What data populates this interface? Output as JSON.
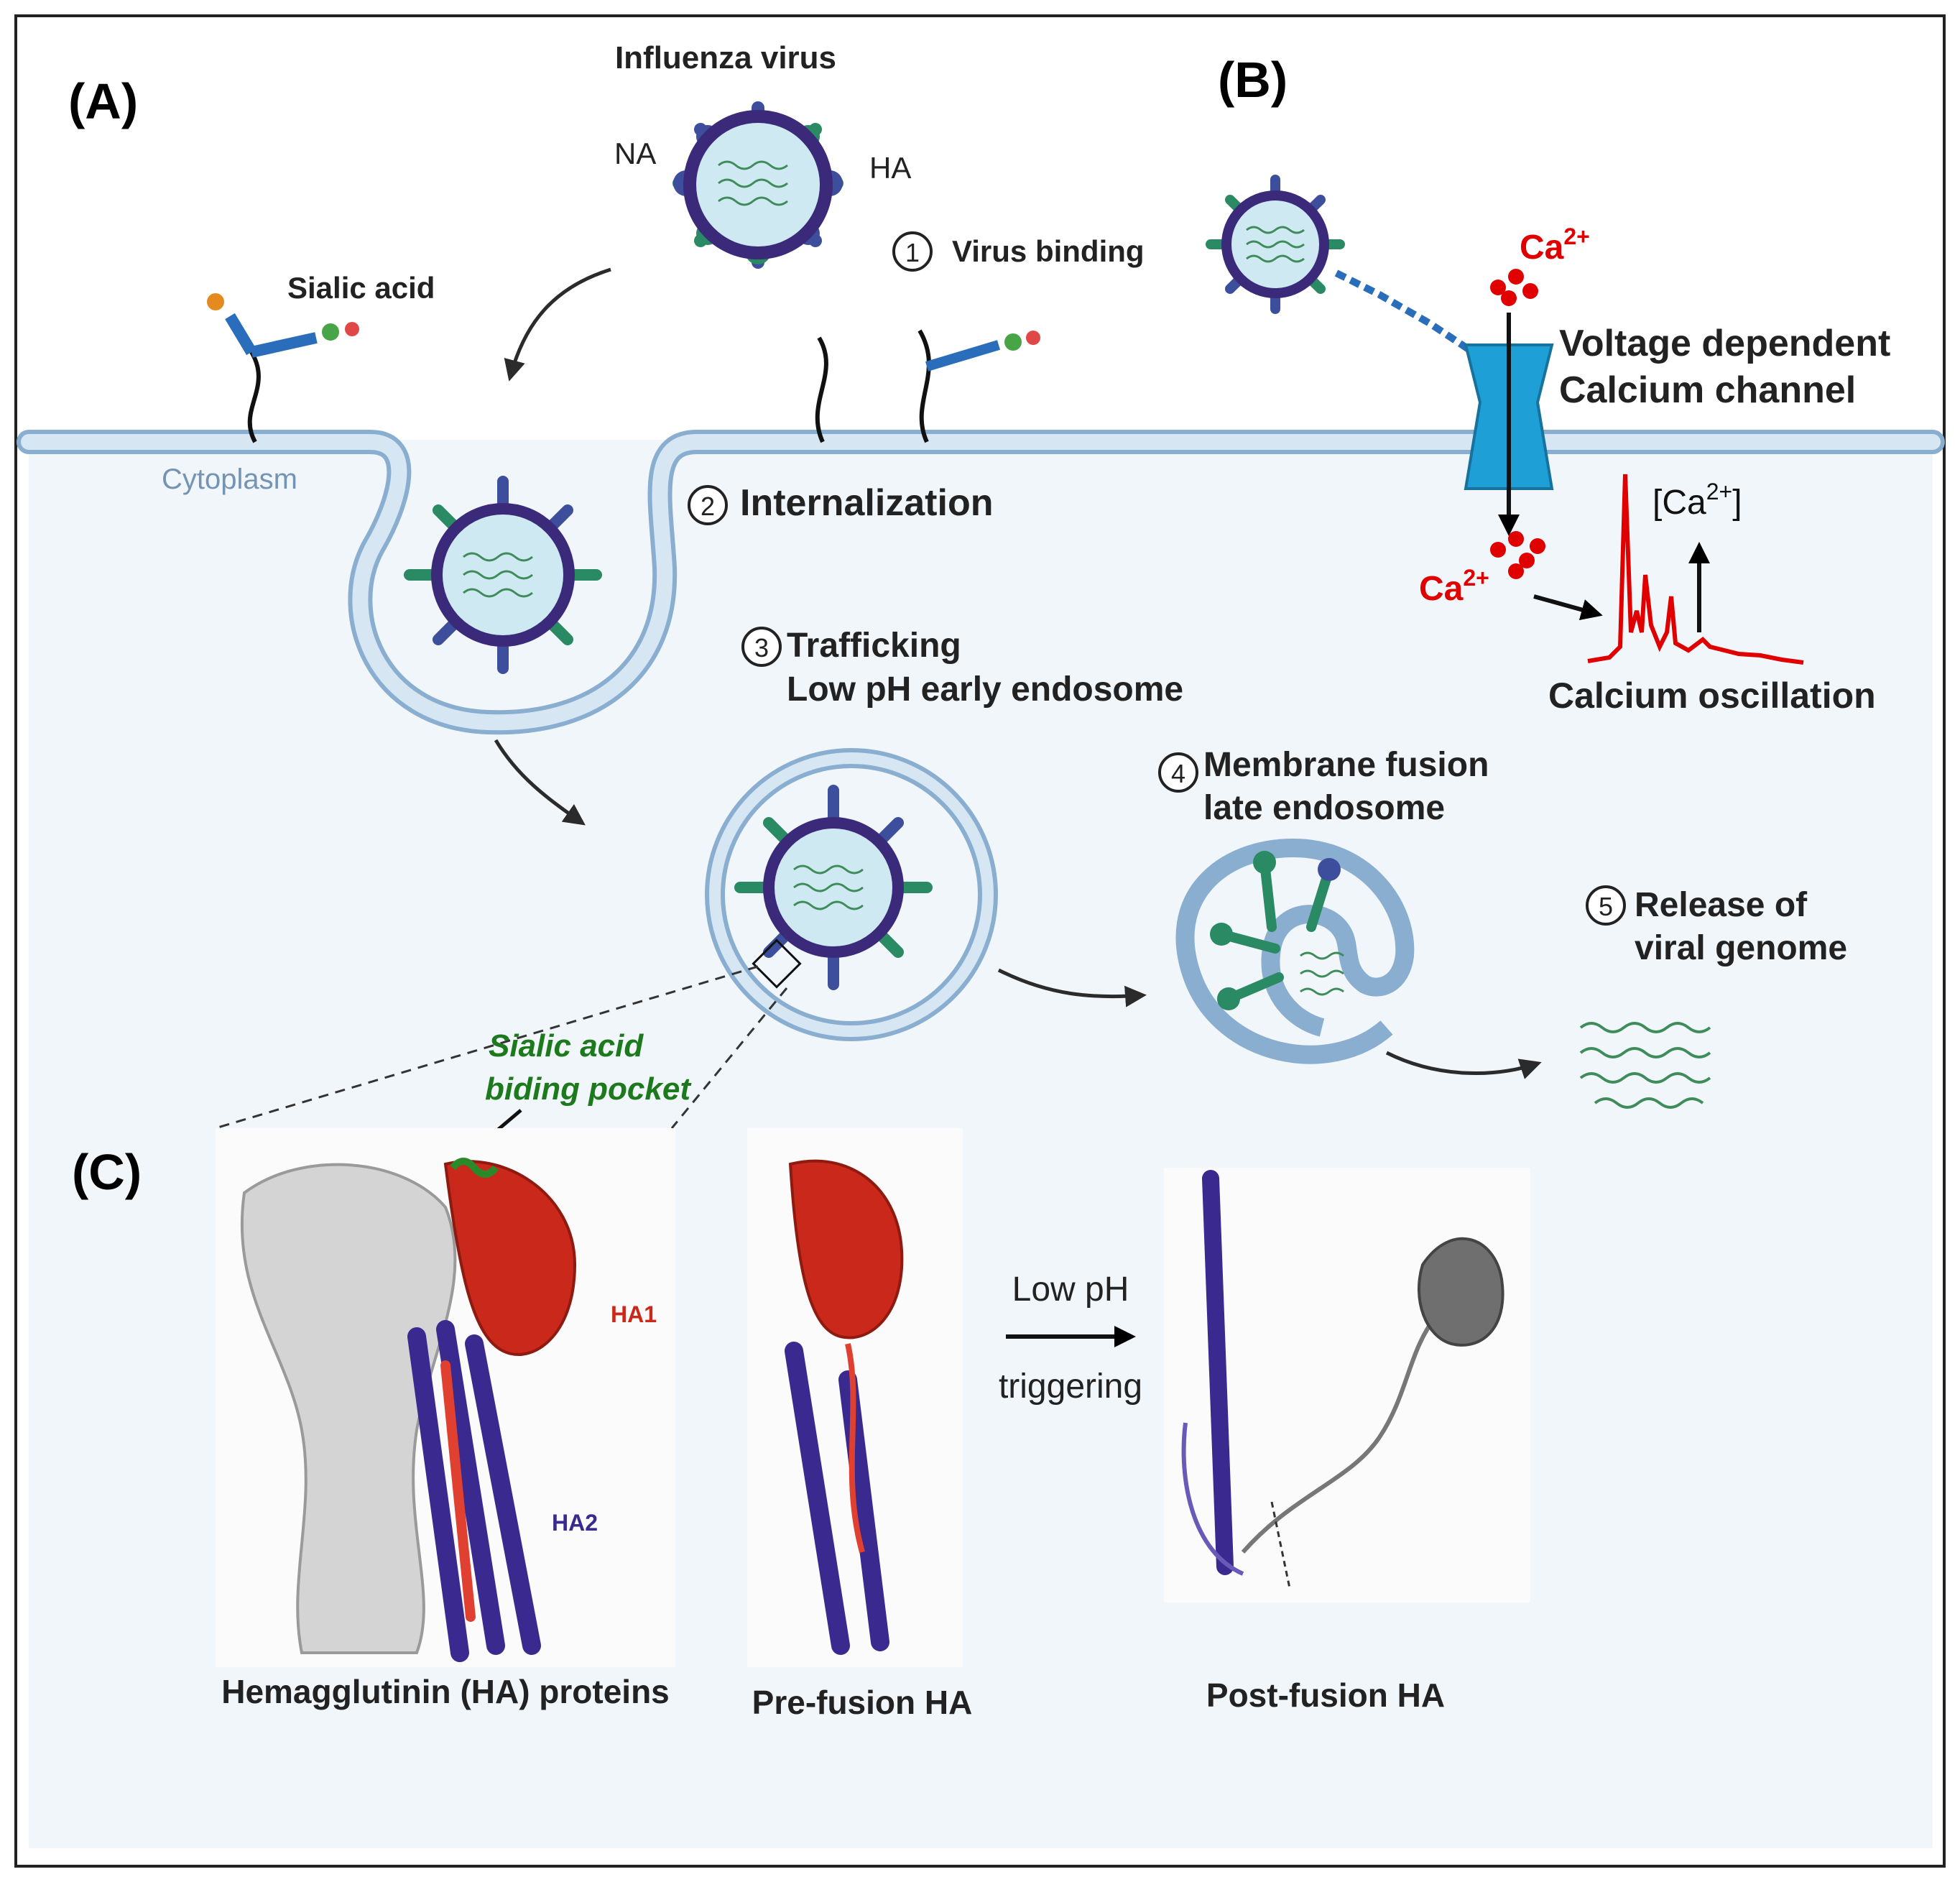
{
  "panels": {
    "a": "(A)",
    "b": "(B)",
    "c": "(C)"
  },
  "panel_a": {
    "virus_title": "Influenza virus",
    "na_label": "NA",
    "ha_label": "HA",
    "sialic_acid": "Sialic acid",
    "cytoplasm": "Cytoplasm",
    "steps": {
      "s1": {
        "num": "1",
        "label": "Virus binding"
      },
      "s2": {
        "num": "2",
        "label": "Internalization"
      },
      "s3": {
        "num": "3",
        "line1": "Trafficking",
        "line2": "Low pH early endosome"
      },
      "s4": {
        "num": "4",
        "line1": "Membrane fusion",
        "line2": "late endosome"
      },
      "s5": {
        "num": "5",
        "line1": "Release of",
        "line2": "viral genome"
      }
    }
  },
  "panel_b": {
    "ca": "Ca",
    "ca_charge": "2+",
    "channel_line1": "Voltage dependent",
    "channel_line2": "Calcium channel",
    "conc_open": "[Ca",
    "conc_charge": "2+",
    "conc_close": "]",
    "oscillation": "Calcium oscillation"
  },
  "panel_c": {
    "pocket_line1": "Sialic acid",
    "pocket_line2": "biding pocket",
    "ha1": "HA1",
    "ha2": "HA2",
    "low_ph": "Low pH",
    "triggering": "triggering",
    "caption_ha": "Hemagglutinin (HA) proteins",
    "caption_pre": "Pre-fusion HA",
    "caption_post": "Post-fusion HA"
  },
  "colors": {
    "membrane": "#bcd3e6",
    "membrane_edge": "#8aaed0",
    "cytoplasm_bg": "#f1f6fb",
    "virus_envelope": "#3b2a7a",
    "virus_core": "#cfe9f3",
    "genome": "#3f8c5b",
    "calcium": "#e00000",
    "channel": "#1e9fd6",
    "ha1": "#c9281a",
    "ha2": "#3a2a90",
    "pocket_text": "#1c7a1c"
  }
}
